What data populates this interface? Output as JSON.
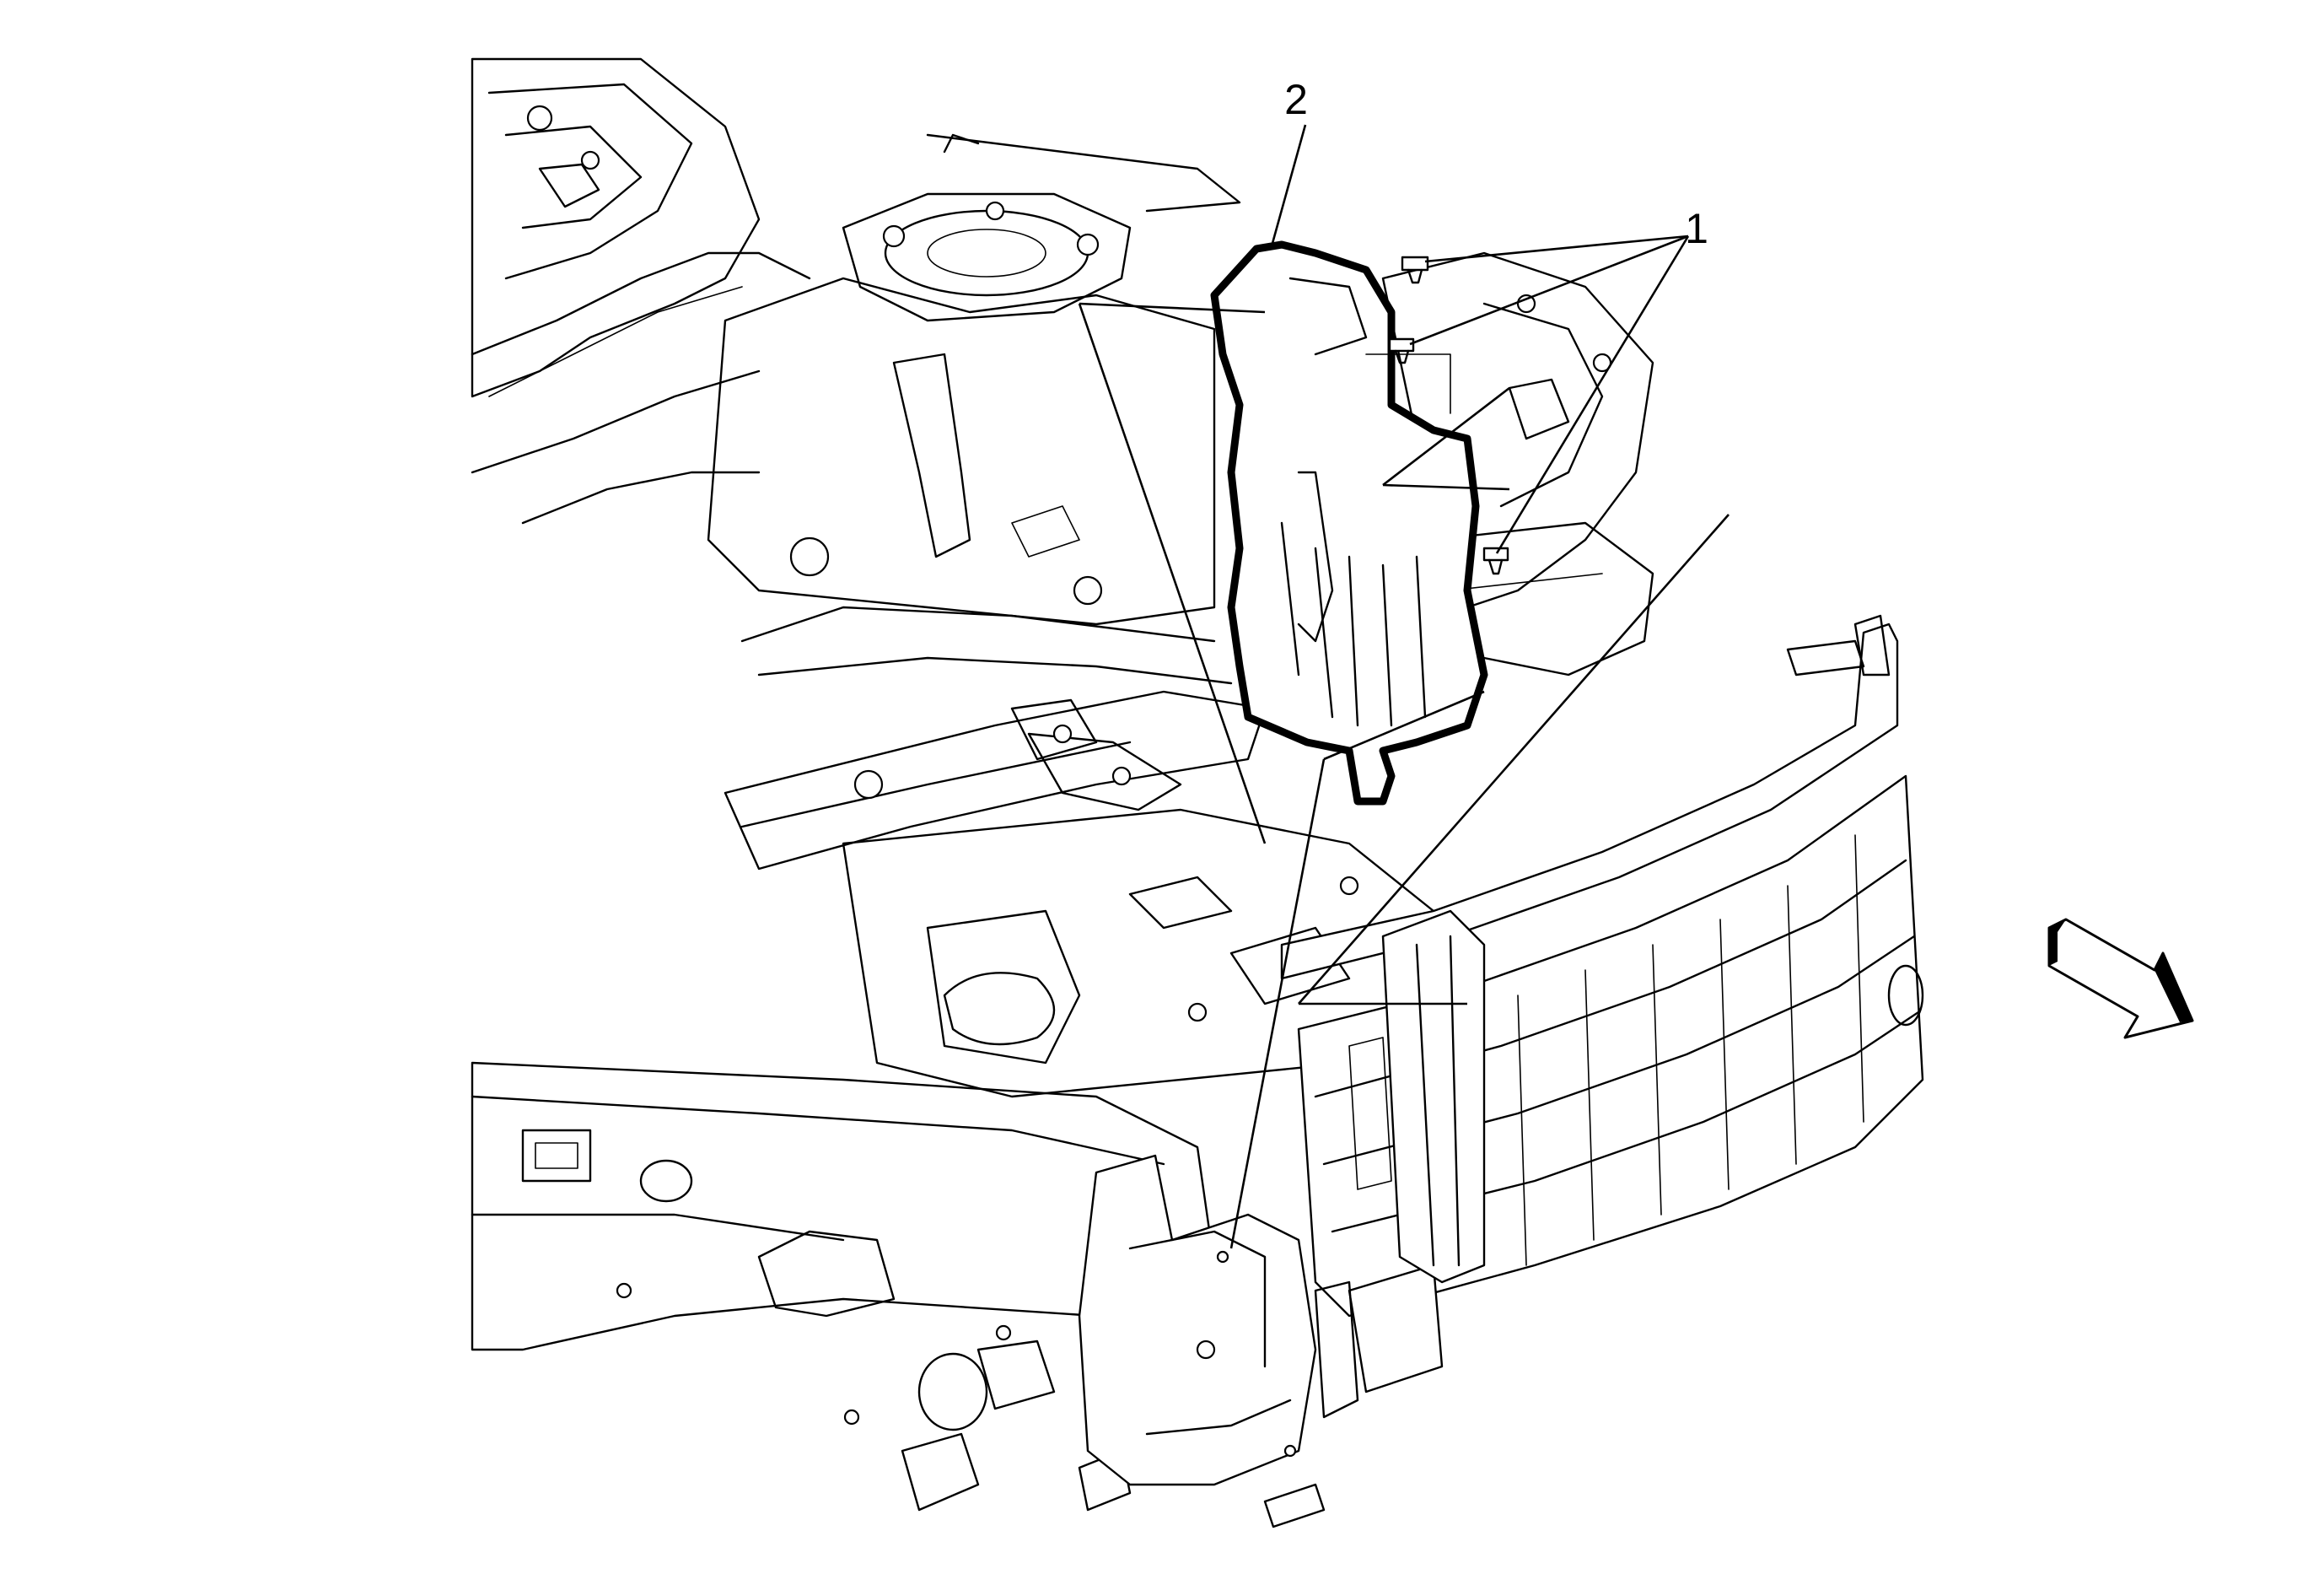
{
  "callouts": [
    {
      "label": "1",
      "meaning": "fasteners"
    },
    {
      "label": "2",
      "meaning": "component"
    }
  ],
  "icons": {
    "view_arrow": "view-direction-arrow-icon"
  },
  "colors": {
    "line": "#000000",
    "background": "#ffffff"
  }
}
